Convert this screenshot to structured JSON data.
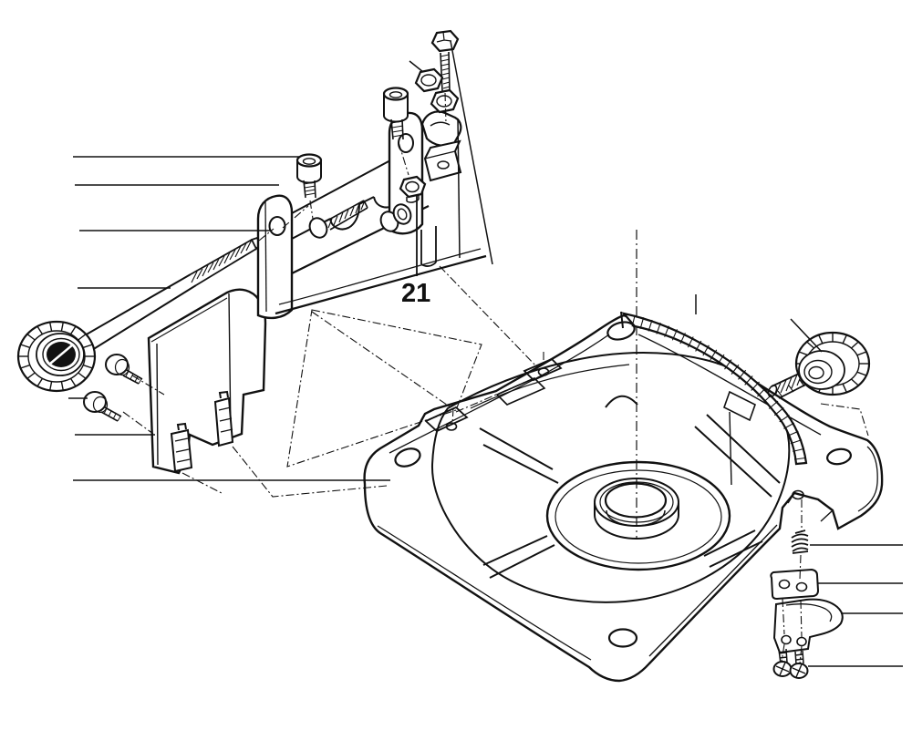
{
  "diagram": {
    "background_color": "#ffffff",
    "line_color": "#111111",
    "callout": {
      "label": "21"
    },
    "scale": {
      "tick_count": 27
    },
    "left_knob_teeth": 18,
    "right_knob_teeth": 16,
    "parts": [
      "clamp-bracket-assembly",
      "socket-head-cap-screw",
      "socket-head-cap-screw-2",
      "hex-bolt",
      "hex-nut",
      "hex-nut-2",
      "flange-nut-item-21",
      "clamp-screw-horizontal",
      "spacer-bushing",
      "knurled-knob-left",
      "threaded-adjust-rod",
      "pan-head-screw",
      "pan-head-screw-2",
      "chip-deflector-shield",
      "retaining-clip",
      "retaining-clip-2",
      "base-plate",
      "center-bore-boss",
      "graduated-angle-scale",
      "knurled-knob-right",
      "set-screw-spring",
      "clamp-block",
      "latch-pawl",
      "phillips-screw",
      "phillips-screw-2"
    ]
  }
}
